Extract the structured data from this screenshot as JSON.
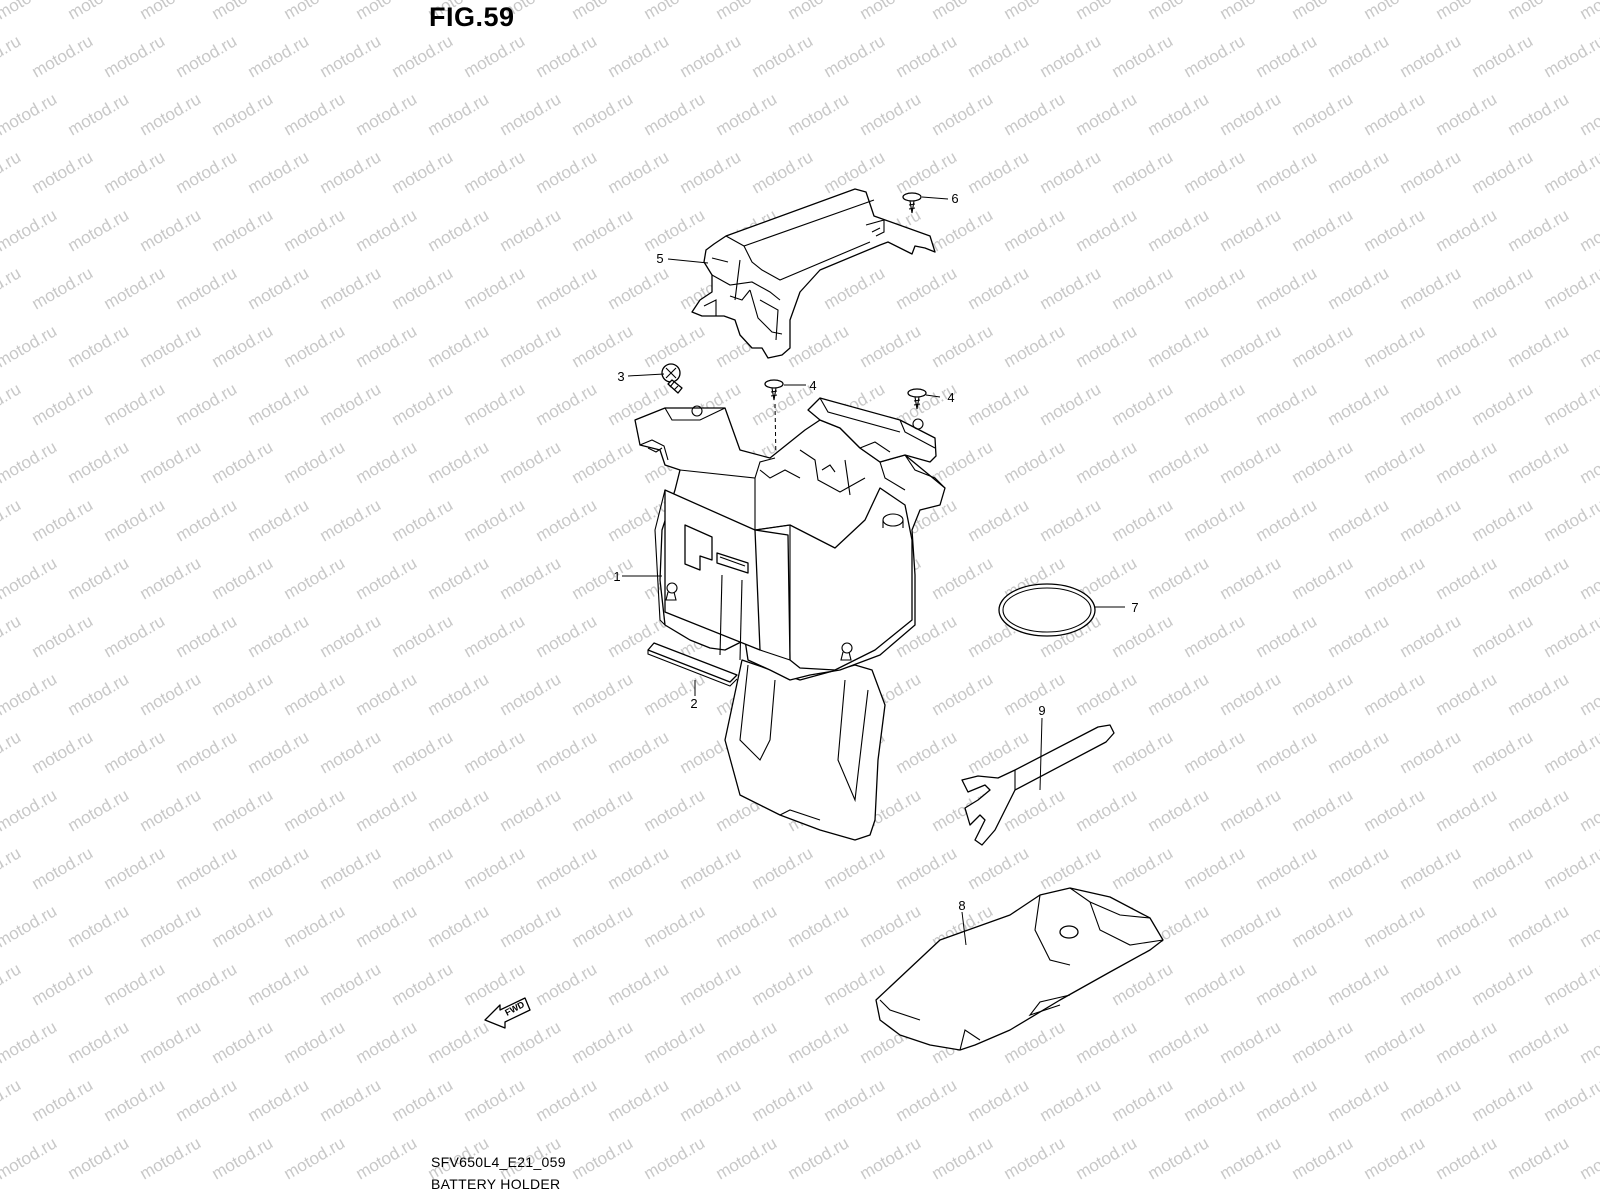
{
  "figure": {
    "title": "FIG.59"
  },
  "footer": {
    "code": "SFV650L4_E21_059",
    "caption": "BATTERY HOLDER"
  },
  "watermark": {
    "text": "motod.ru",
    "color": "#c8c8c8"
  },
  "direction_marker": {
    "label": "FWD",
    "icon": "forward-arrow-icon"
  },
  "callouts": [
    {
      "id": "c1",
      "label": "1",
      "part": "battery-holder-box"
    },
    {
      "id": "c2",
      "label": "2",
      "part": "cushion-pad"
    },
    {
      "id": "c3",
      "label": "3",
      "part": "bolt"
    },
    {
      "id": "c4a",
      "label": "4",
      "part": "screw"
    },
    {
      "id": "c4b",
      "label": "4",
      "part": "screw"
    },
    {
      "id": "c5",
      "label": "5",
      "part": "battery-cover-bracket"
    },
    {
      "id": "c6",
      "label": "6",
      "part": "screw"
    },
    {
      "id": "c7",
      "label": "7",
      "part": "rubber-band"
    },
    {
      "id": "c8",
      "label": "8",
      "part": "tool-bag"
    },
    {
      "id": "c9",
      "label": "9",
      "part": "spanner"
    }
  ]
}
